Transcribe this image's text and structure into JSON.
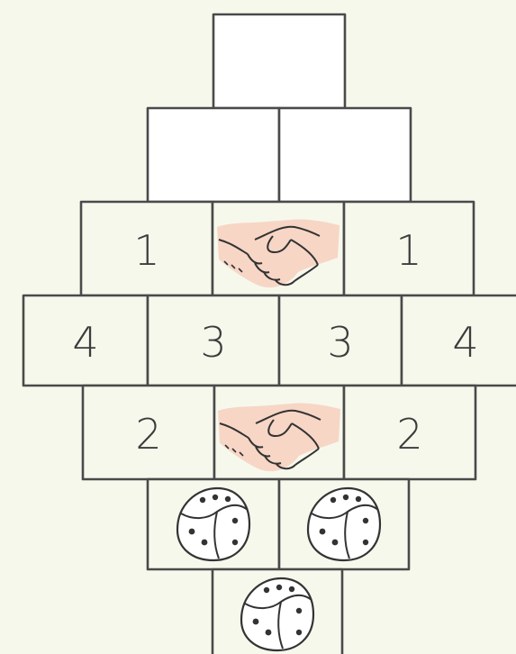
{
  "hopscotch": {
    "colors": {
      "background": "#f6f8ec",
      "outline": "#4a4a4a",
      "blank_top_cells": "#ffffff",
      "handshake_skin": "#f7d6c6"
    },
    "rows": [
      {
        "cells": [
          {
            "kind": "blank"
          }
        ]
      },
      {
        "cells": [
          {
            "kind": "blank"
          },
          {
            "kind": "blank"
          }
        ]
      },
      {
        "cells": [
          {
            "kind": "number",
            "label": "1"
          },
          {
            "kind": "icon",
            "icon": "handshake-icon"
          },
          {
            "kind": "number",
            "label": "1"
          }
        ]
      },
      {
        "cells": [
          {
            "kind": "number",
            "label": "4"
          },
          {
            "kind": "number",
            "label": "3"
          },
          {
            "kind": "number",
            "label": "3"
          },
          {
            "kind": "number",
            "label": "4"
          }
        ]
      },
      {
        "cells": [
          {
            "kind": "number",
            "label": "2"
          },
          {
            "kind": "icon",
            "icon": "handshake-icon"
          },
          {
            "kind": "number",
            "label": "2"
          }
        ]
      },
      {
        "cells": [
          {
            "kind": "icon",
            "icon": "dice-icon"
          },
          {
            "kind": "icon",
            "icon": "dice-icon"
          }
        ]
      },
      {
        "cells": [
          {
            "kind": "icon",
            "icon": "dice-icon"
          }
        ]
      }
    ]
  }
}
